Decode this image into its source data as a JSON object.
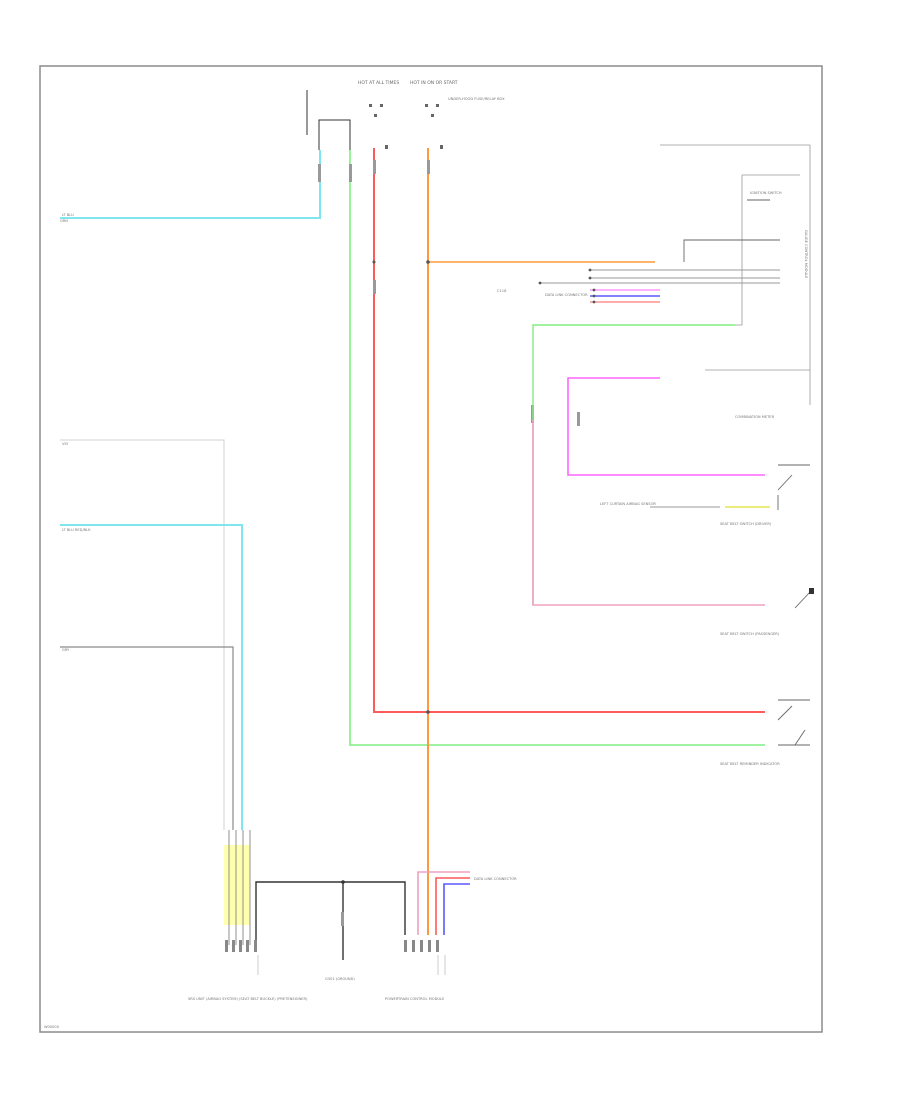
{
  "diagram": {
    "colors": {
      "frame": "#8c8c8c",
      "cyan": "#7fe6f0",
      "green": "#80ee80",
      "red": "#ff5a5a",
      "orange": "#ff9a3c",
      "pink": "#f0a0c0",
      "magenta": "#ff66ff",
      "blue": "#5a5aff",
      "black": "#333333",
      "gray": "#b4b4b4",
      "yellow": "#ffffb0"
    },
    "labels": {
      "fuse_a": "HOT AT ALL TIMES",
      "fuse_b": "HOT IN ON OR START",
      "fuse_note": "UNDER-HOOD FUSE/RELAY BOX",
      "conn_left": "GRN",
      "wire_cyan_top": "LT BLU",
      "wire_left_1": "VIO",
      "wire_left_2": "LT BLU   RED/BLK",
      "wire_left_3": "GRY",
      "module_right": "GAUGE CONTROL MODULE",
      "switch_ignition": "IGNITION SWITCH",
      "mid_conn_1": "C118",
      "mid_conn_2": "DATA LINK CONNECTOR",
      "combination_meter": "COMBINATION METER",
      "switch_1_note": "LEFT CURTAIN AIRBAG SENSOR",
      "switch_1": "SEAT BELT SWITCH (DRIVER)",
      "switch_2": "SEAT BELT SWITCH (PASSENGER)",
      "switch_3": "SEAT BELT REMINDER INDICATOR",
      "bottom_left": "SRS UNIT (AIRBAG SYSTEM) (SEAT BELT BUCKLE) (PRETENSIONER)",
      "bottom_mid": "G301 (GROUND)",
      "bottom_right": "POWERTRAIN CONTROL MODULE",
      "bottom_right_conn": "DATA LINK CONNECTOR",
      "page_id": "W00000"
    }
  }
}
